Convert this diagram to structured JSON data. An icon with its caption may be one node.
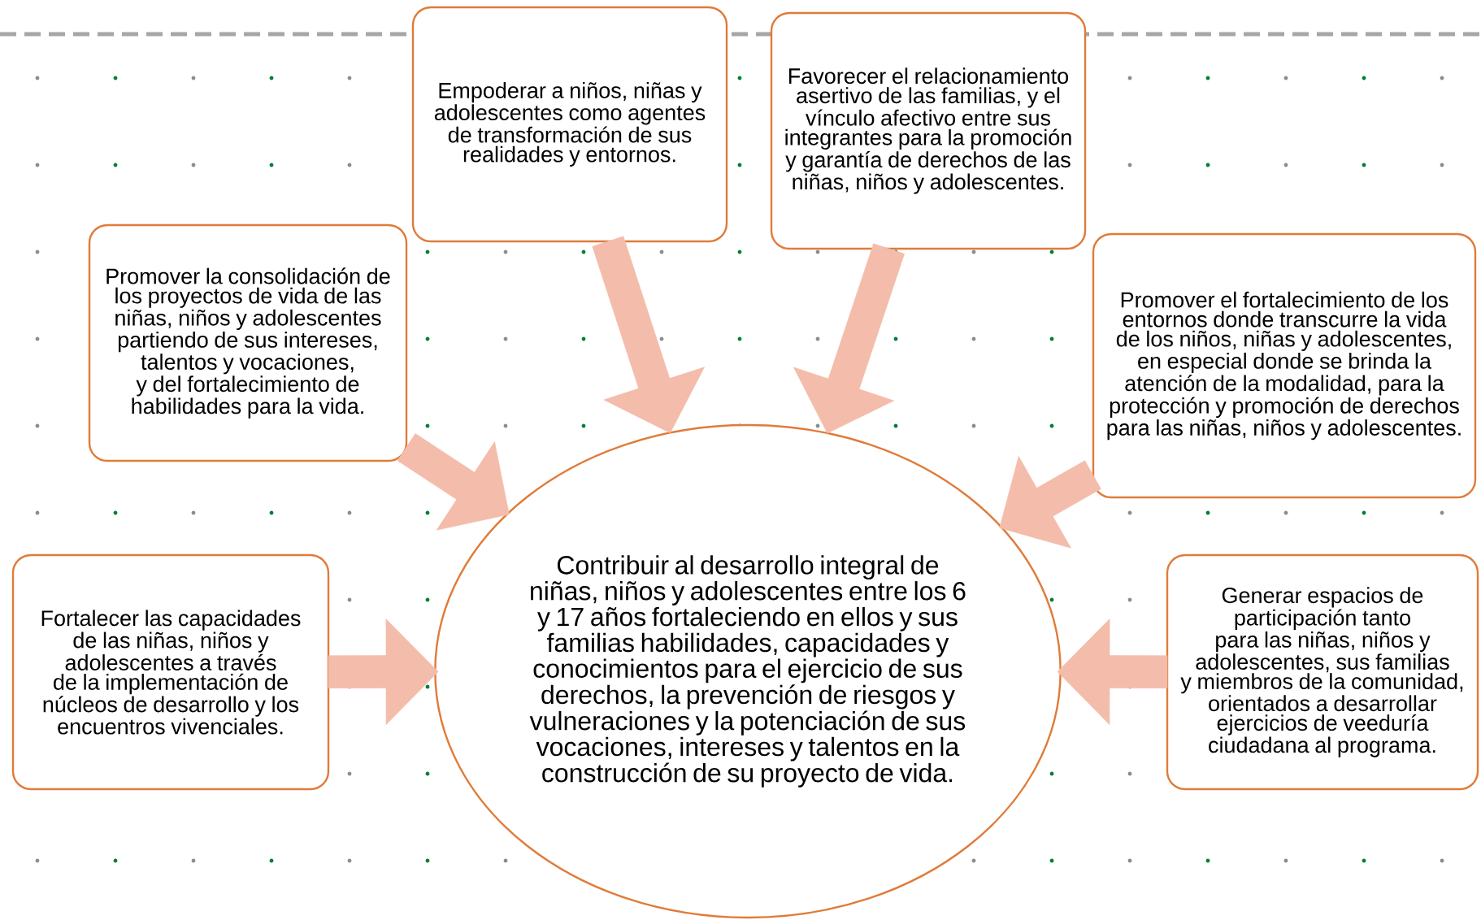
{
  "diagram": {
    "nodes": [
      {
        "text": [
          "Empoderar a niños, niñas y adolescentes como agentes de transformación de sus realidades y entornos."
        ]
      },
      {
        "text": [
          "Favorecer el relacionamiento asertivo de las familias, y el vínculo afectivo entre sus integrantes para la promoción y garantía de derechos de las niñas, niños y adolescentes."
        ]
      },
      {
        "text": [
          "Promover la consolidación de los proyectos de vida de las niñas, niños y adolescentes partiendo de sus intereses, talentos y vocaciones, y del fortalecimiento de habilidades para la vida."
        ]
      },
      {
        "text": [
          "Promover el fortalecimiento de los entornos donde transcurre la vida de los niños, niñas y adolescentes, en especial donde se brinda la atención de la modalidad, para la protección y promoción de derechos para las niñas, niños y adolescentes."
        ]
      },
      {
        "text": [
          "Contribuir al desarrollo integral de niñas, niños y adolescentes entre los 6 y 17 años fortaleciendo en ellos y sus familias habilidades, capacidades y conocimientos para el ejercicio de sus derechos, la prevención de riesgos y vulneraciones y la potenciación de sus vocaciones, intereses y talentos en la construcción de su proyecto de vida."
        ]
      },
      {
        "text": [
          "Fortalecer las capacidades de las niñas, niños y adolescentes a través de la implementación de núcleos de desarrollo y los encuentros vivenciales."
        ]
      },
      {
        "text": [
          "Generar espacios de participación tanto para las niñas, niños y adolescentes, sus familias y miembros de la comunidad, orientados a desarrollar ejercicios de veeduría ciudadana al programa."
        ]
      }
    ],
    "edges": [
      {
        "from": 0,
        "to": 4,
        "arrow": "to"
      },
      {
        "from": 1,
        "to": 4,
        "arrow": "to"
      },
      {
        "from": 2,
        "to": 4,
        "arrow": "to"
      },
      {
        "from": 3,
        "to": 4,
        "arrow": "to"
      },
      {
        "from": 5,
        "to": 4,
        "arrow": "to"
      },
      {
        "from": 6,
        "to": 4,
        "arrow": "to"
      }
    ]
  }
}
